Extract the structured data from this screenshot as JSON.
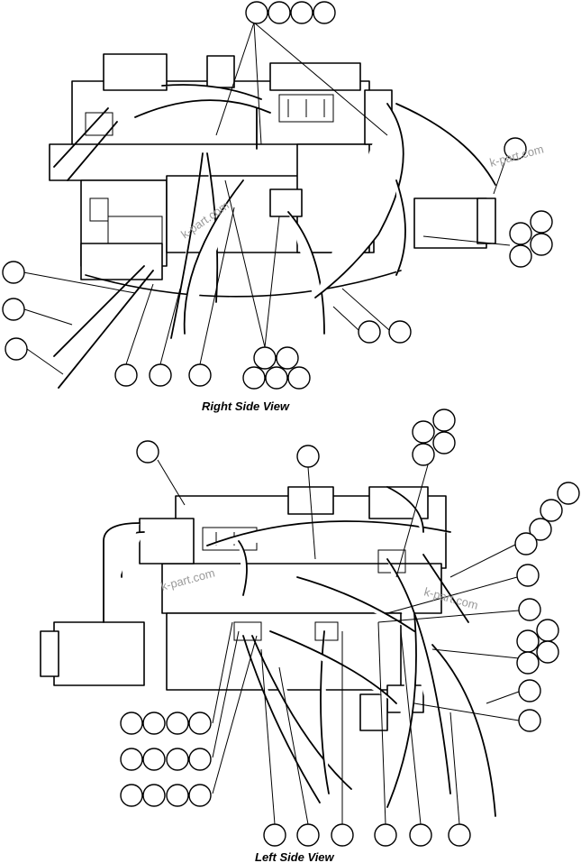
{
  "views": {
    "right": {
      "caption": "Right Side View"
    },
    "left": {
      "caption": "Left Side View"
    }
  },
  "watermark": "k-part.com"
}
